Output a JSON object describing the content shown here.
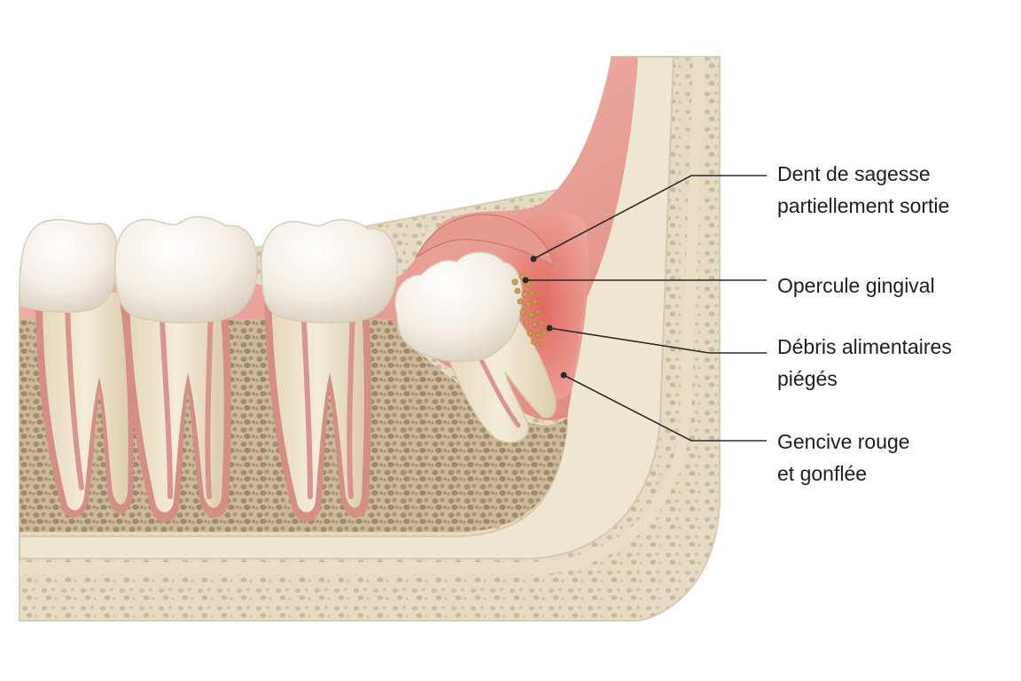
{
  "labels": {
    "wisdom_tooth": [
      "Dent de sagesse",
      "partiellement sortie"
    ],
    "operculum": [
      "Opercule gingival"
    ],
    "food_debris": [
      "Débris alimentaires",
      "piégés"
    ],
    "gum": [
      "Gencive rouge",
      "et gonflée"
    ]
  },
  "colors": {
    "bone_cortex": "#efe6d3",
    "bone_spongy": "#cbb79a",
    "bone_pore": "#9c8667",
    "gum": "#e8a9a3",
    "gum_inflamed": "#e07f76",
    "enamel": "#f6f2ea",
    "root": "#ebe1c8",
    "pulp": "#d98d86",
    "debris": "#c9a04a",
    "leader_line": "#2a2a2a"
  }
}
